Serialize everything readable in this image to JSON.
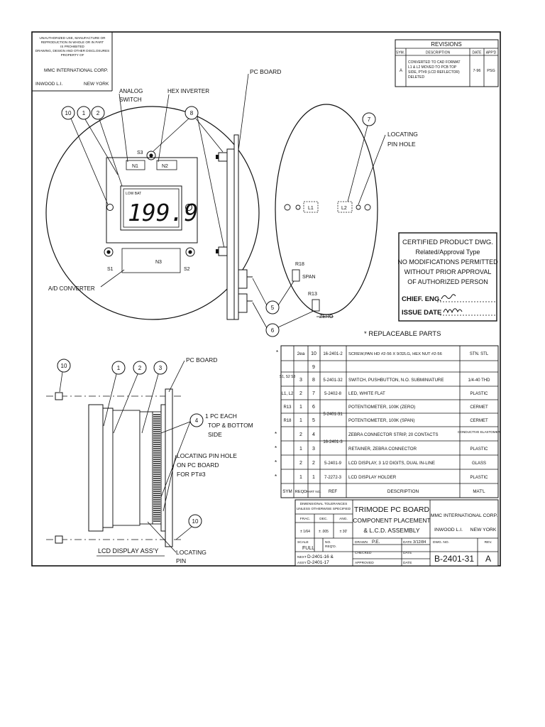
{
  "notice": {
    "lines": [
      "UNAUTHORIZED USE, MANUFACTURE OR",
      "REPRODUCTION IN WHOLE OR IN PART",
      "IS PROHIBITED",
      "DRAWING, DESIGN AND OTHER DISCLOSURES",
      "PROPERTY OF"
    ],
    "company": "MMC INTERNATIONAL CORP.",
    "city": "INWOOD L.I.",
    "state": "NEW YORK"
  },
  "revisions": {
    "title": "REVISIONS",
    "headers": [
      "SYM.",
      "DESCRIPTION",
      "DATE",
      "APP'D"
    ],
    "row": {
      "sym": "A",
      "desc": [
        "CONVERTED TO CAD FORMAT",
        "L1 & L2 MOVED TO PCB TOP",
        "SIDE, PT#9 (LCD REFLECTOR)",
        "DELETED"
      ],
      "date": "7-96",
      "appd": "PSG"
    }
  },
  "front_view": {
    "labels": {
      "analog_switch": [
        "ANALOG",
        "SWITCH"
      ],
      "hex_inverter": "HEX INVERTER",
      "pc_board": "PC BOARD",
      "ad_converter": "A/D CONVERTER",
      "s3": "S3",
      "n1": "N1",
      "n2": "N2",
      "n3": "N3",
      "s1": "S1",
      "s2": "S2"
    },
    "lcd": {
      "low_bat": "LOW BAT",
      "reading": "199.9"
    },
    "balloons": [
      "10",
      "1",
      "2",
      "8",
      "5",
      "6"
    ]
  },
  "back_view": {
    "locating_pin_hole": [
      "LOCATING",
      "PIN HOLE"
    ],
    "balloon": "7",
    "l1": "L1",
    "l2": "L2",
    "r18": "R18",
    "span": "SPAN",
    "r13": "R13",
    "zero": "ZERO"
  },
  "stamp": {
    "lines": [
      "CERTIFIED PRODUCT DWG.",
      "Related/Approval Type",
      "NO MODIFICATIONS PERMITTED",
      "WITHOUT PRIOR APPROVAL",
      "OF AUTHORIZED PERSON"
    ],
    "chief_eng": "CHIEF. ENG.",
    "issue_date": "ISSUE DATE"
  },
  "parts": {
    "title": "* REPLACEABLE PARTS",
    "headers": [
      "SYM",
      "REQD",
      "PART NO.",
      "REF",
      "DESCRIPTION",
      "MAT'L"
    ],
    "rows": [
      {
        "star": "*",
        "sym": "",
        "reqd": "2ea",
        "part": "10",
        "ref": "16-2401-2",
        "desc": "SCREW,PAN HD #2-56 X 9/32LG, HEX NUT #2-56",
        "mat": "STN. STL"
      },
      {
        "star": "",
        "sym": "",
        "reqd": "",
        "part": "9",
        "ref": "",
        "desc": "",
        "mat": ""
      },
      {
        "star": "",
        "sym": "S1, S2 S3",
        "reqd": "3",
        "part": "8",
        "ref": "5-2401-32",
        "desc": "SWITCH, PUSHBUTTON, N.O. SUBMINIATURE",
        "mat": "1/4-40 THD"
      },
      {
        "star": "",
        "sym": "L1, L2",
        "reqd": "2",
        "part": "7",
        "ref": "5-2402-8",
        "desc": "LED, WHITE FLAT",
        "mat": "PLASTIC"
      },
      {
        "star": "",
        "sym": "R13",
        "reqd": "1",
        "part": "6",
        "ref": "5-2401-31",
        "desc": "POTENTIOMETER, 100K (ZERO)",
        "mat": "CERMET"
      },
      {
        "star": "",
        "sym": "R18",
        "reqd": "1",
        "part": "5",
        "ref": "",
        "desc": "POTENTIOMETER, 100K (SPAN)",
        "mat": "CERMET"
      },
      {
        "star": "*",
        "sym": "",
        "reqd": "2",
        "part": "4",
        "ref": "16-2401-3",
        "desc": "ZEBRA CONNECTOR STRIP, 20 CONTACTS",
        "mat": "CONDUCTIVE ELASTOMER"
      },
      {
        "star": "*",
        "sym": "",
        "reqd": "1",
        "part": "3",
        "ref": "",
        "desc": "RETAINER, ZEBRA CONNECTOR",
        "mat": "PLASTIC"
      },
      {
        "star": "*",
        "sym": "",
        "reqd": "2",
        "part": "2",
        "ref": "5-2401-9",
        "desc": "LCD DISPLAY, 3 1/2 DIGITS, DUAL IN-LINE",
        "mat": "GLASS"
      },
      {
        "star": "*",
        "sym": "",
        "reqd": "1",
        "part": "1",
        "ref": "7-2272-3",
        "desc": "LCD DISPLAY HOLDER",
        "mat": "PLASTIC"
      }
    ]
  },
  "side_view": {
    "pc_board": "PC BOARD",
    "note4": [
      "1 PC EACH",
      "TOP & BOTTOM",
      "SIDE"
    ],
    "locating_pin_hole": [
      "LOCATING PIN HOLE",
      "ON PC BOARD",
      "FOR PT#3"
    ],
    "lcd_display_assy": "LCD DISPLAY ASS'Y",
    "locating_pin": [
      "LOCATING",
      "PIN"
    ],
    "balloons": [
      "10",
      "1",
      "2",
      "3",
      "4",
      "10"
    ]
  },
  "title_block": {
    "tolerances": [
      "DIMENSIONAL TOLERANCES",
      "UNLESS OTHERWISE SPECIFIED"
    ],
    "tol_headers": [
      "FRAC.",
      "DEC.",
      "ANG."
    ],
    "tol_values": [
      "± 1/64",
      "± .005",
      "± 30'"
    ],
    "scale_label": "SCALE",
    "scale": "FULL",
    "no_reqd_label": [
      "NO.",
      "REQ'D."
    ],
    "next_label": "NEXT",
    "next": "D-2401-16 &",
    "assy_label": "ASSY",
    "assy": "D-2401-17",
    "title": [
      "TRIMODE PC BOARD",
      "COMPONENT PLACEMENT",
      "& L.C.D. ASSEMBLY"
    ],
    "drawn_label": "DRAWN",
    "drawn": "P.E.",
    "date_label": "DATE",
    "drawn_date": "3/12/84",
    "checked_label": "CHECKED",
    "approved_label": "APPROVED",
    "company": "MMC INTERNATIONAL CORP.",
    "city": "INWOOD L.I.",
    "state": "NEW YORK",
    "dwg_no_label": "DWG. NO.",
    "dwg_no": "B-2401-31",
    "rev_label": "REV.",
    "rev": "A"
  }
}
